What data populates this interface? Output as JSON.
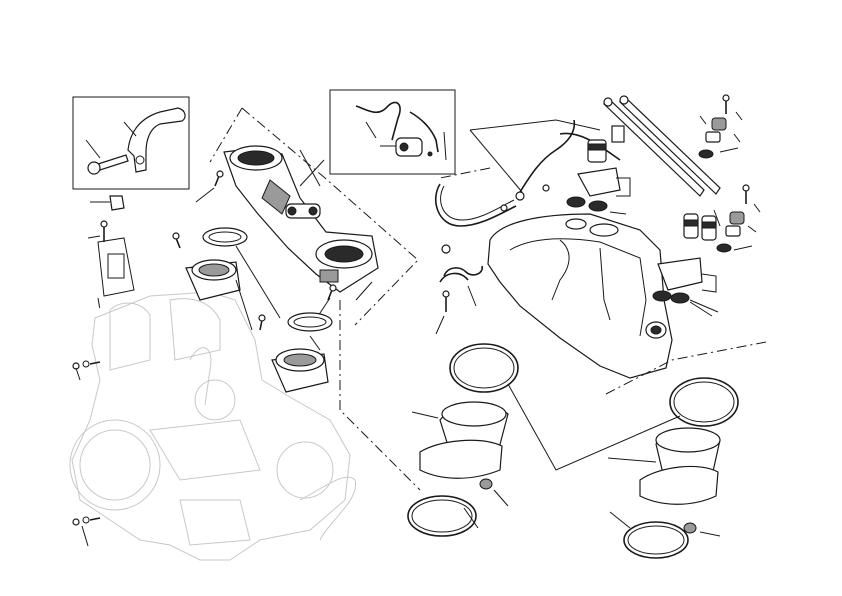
{
  "diagram": {
    "type": "exploded-parts-drawing",
    "colors": {
      "line": "#1a1a1a",
      "ghost_engine": "#c8c8c8",
      "background": "#ffffff"
    },
    "groups": [
      "inset-bracket-and-bolt",
      "inset-hose-and-valve",
      "throttle-body-assembly",
      "intake-flanges-and-clamps",
      "ghost-engine",
      "fuel-tank-and-lines",
      "fuel-injectors-and-caps",
      "intake-bell-mouths-and-seals"
    ]
  }
}
